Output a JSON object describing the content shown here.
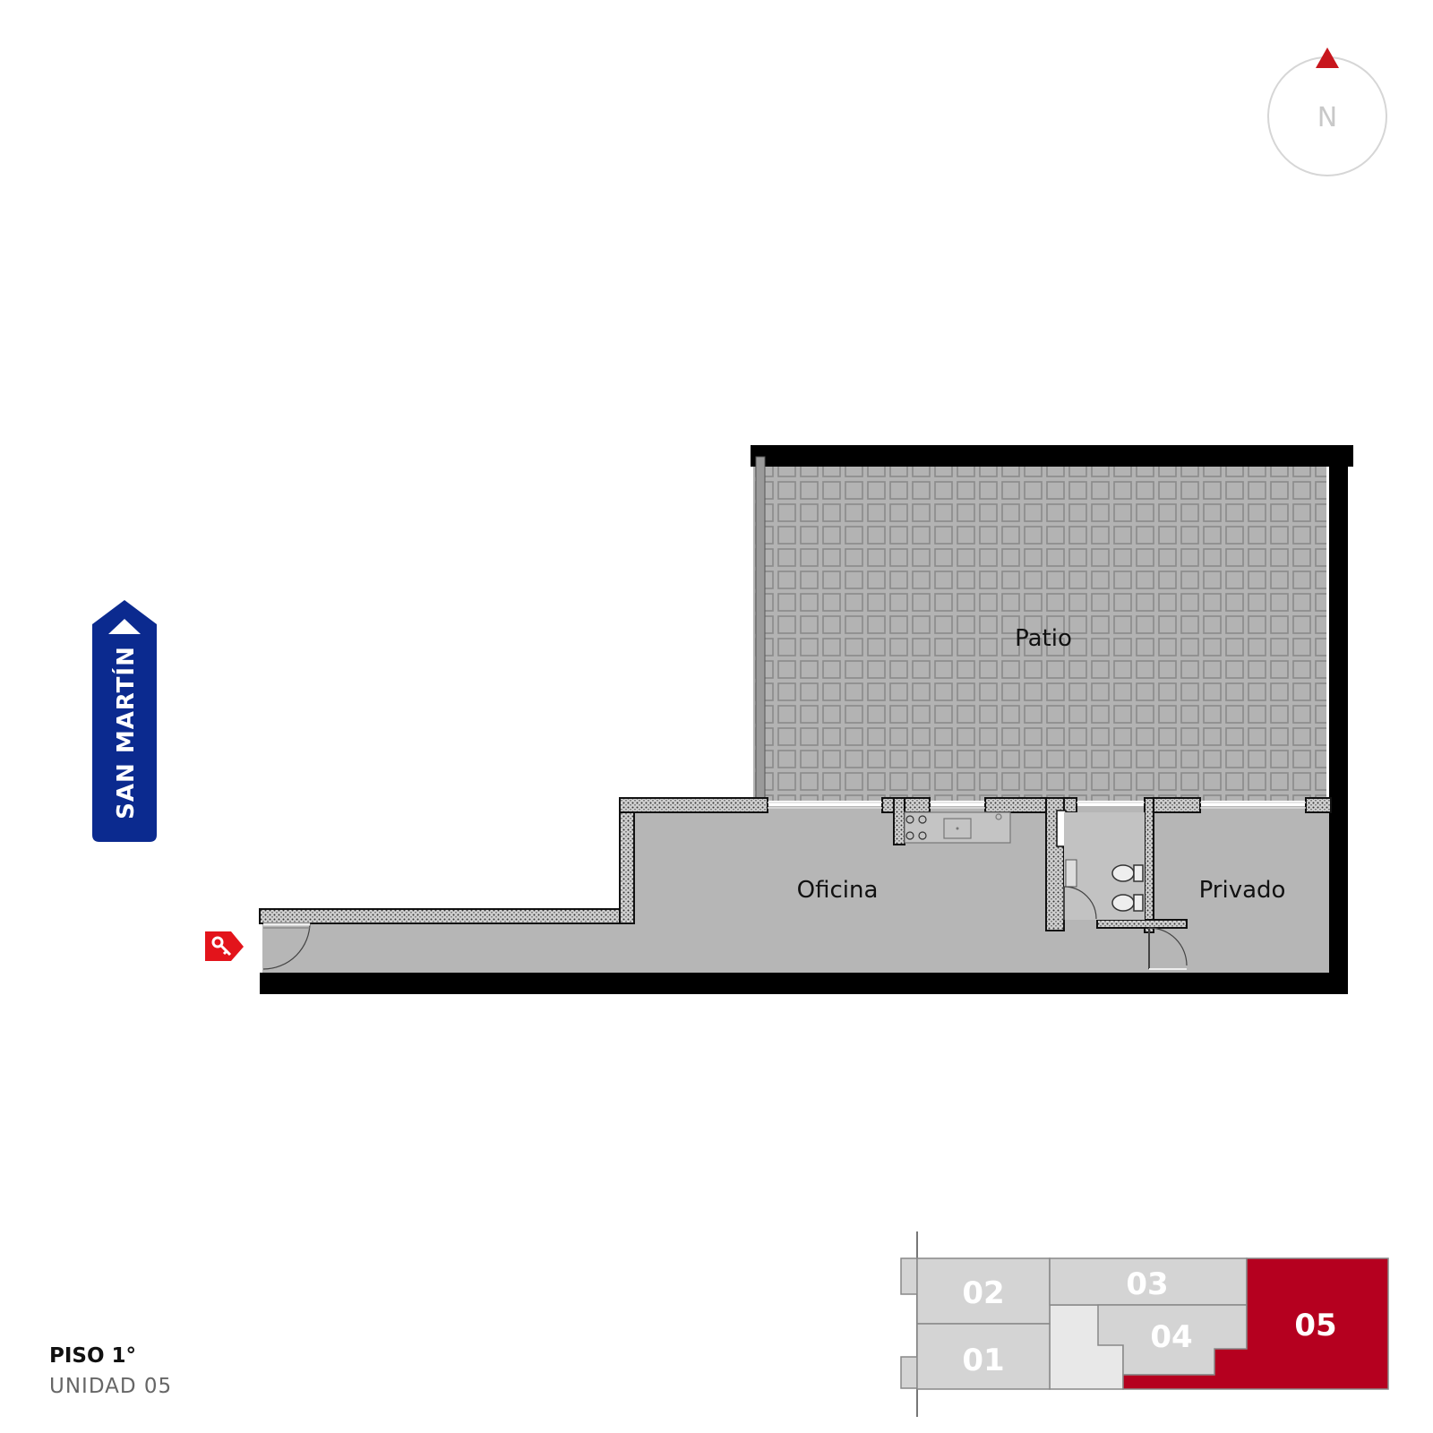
{
  "compass": {
    "label": "N",
    "pointer_color": "#c8161d"
  },
  "street_sign": {
    "label": "SAN MARTÍN",
    "color": "#0b2a8f"
  },
  "rooms": {
    "patio": "Patio",
    "oficina": "Oficina",
    "privado": "Privado"
  },
  "entrance": {
    "icon": "key-icon",
    "color": "#e3141b"
  },
  "caption": {
    "floor": "PISO 1°",
    "unit": "UNIDAD 05"
  },
  "keyplan": {
    "units": [
      {
        "id": "02",
        "label": "02",
        "highlighted": false
      },
      {
        "id": "03",
        "label": "03",
        "highlighted": false
      },
      {
        "id": "04",
        "label": "04",
        "highlighted": false
      },
      {
        "id": "01",
        "label": "01",
        "highlighted": false
      },
      {
        "id": "05",
        "label": "05",
        "highlighted": true
      }
    ],
    "colors": {
      "unit": "#d4d4d4",
      "highlight": "#b5001f",
      "common": "#e8e8e8"
    }
  }
}
